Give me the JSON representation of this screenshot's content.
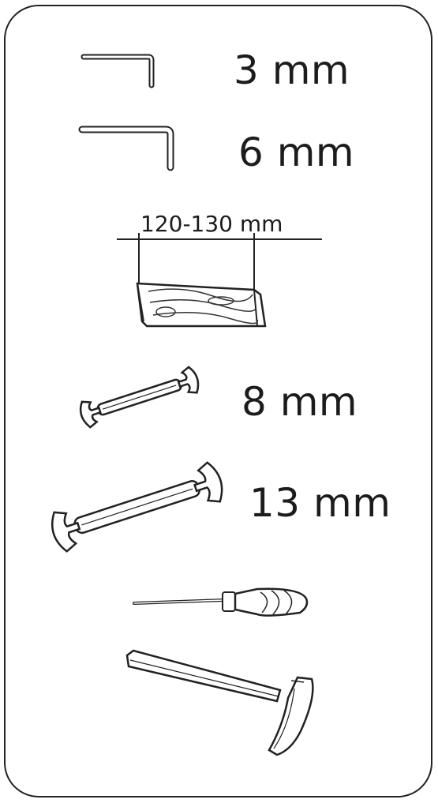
{
  "tools": [
    {
      "id": "hex-key-small",
      "icon": "hex-key-icon",
      "label": "3 mm"
    },
    {
      "id": "hex-key-large",
      "icon": "hex-key-icon",
      "label": "6 mm"
    },
    {
      "id": "wood-block",
      "icon": "wood-block-icon",
      "label": "120-130 mm"
    },
    {
      "id": "wrench-small",
      "icon": "open-end-wrench-icon",
      "label": "8 mm"
    },
    {
      "id": "wrench-large",
      "icon": "open-end-wrench-icon",
      "label": "13 mm"
    },
    {
      "id": "screwdriver",
      "icon": "screwdriver-icon",
      "label": ""
    },
    {
      "id": "hammer",
      "icon": "hammer-icon",
      "label": ""
    }
  ]
}
